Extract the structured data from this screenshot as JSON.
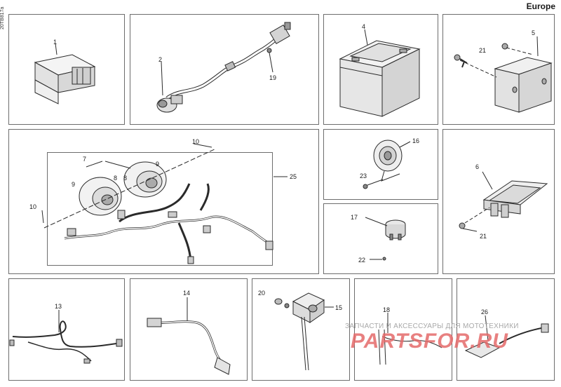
{
  "doc_id": "20TB817a",
  "region": "Europe",
  "watermark": {
    "text": "ЗАПЧАСТИ И АКСЕССУАРЫ ДЛЯ МОТОТЕХНИКИ",
    "logo": "PARTSFOR.RU"
  },
  "callouts": {
    "c1": "1",
    "c2": "2",
    "c19": "19",
    "c4": "4",
    "c5": "5",
    "c21a": "21",
    "c25": "25",
    "c10a": "10",
    "c10b": "10",
    "c7": "7",
    "c8a": "8",
    "c9a": "9",
    "c9b": "9",
    "c8b": "8",
    "c16": "16",
    "c23": "23",
    "c17": "17",
    "c22": "22",
    "c6": "6",
    "c21b": "21",
    "c13": "13",
    "c14": "14",
    "c20": "20",
    "c15": "15",
    "c18": "18",
    "c26": "26"
  }
}
